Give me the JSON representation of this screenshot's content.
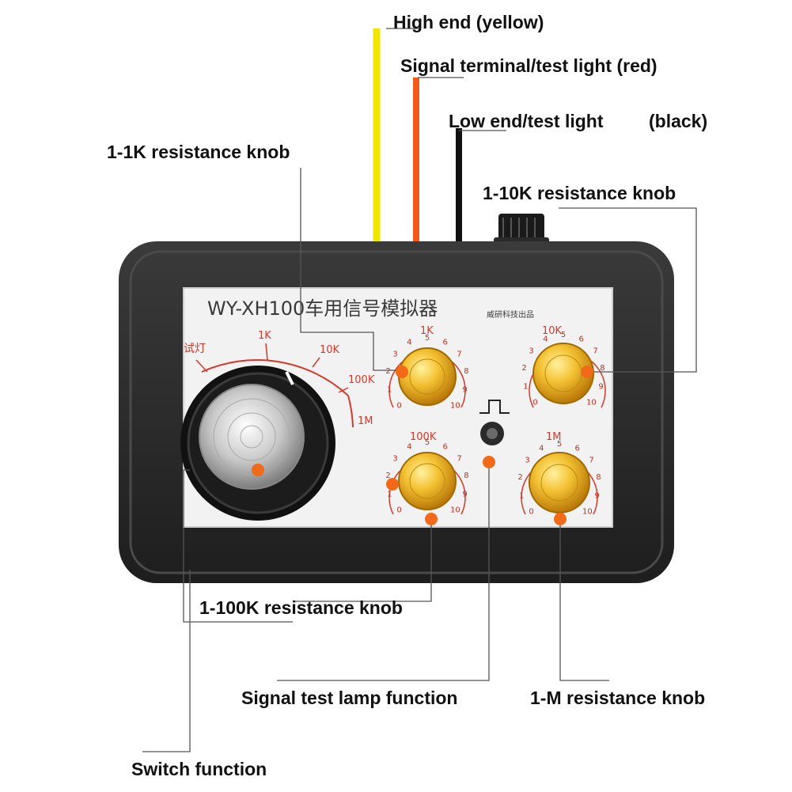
{
  "labels": {
    "high_end": "High end (yellow)",
    "signal_terminal": "Signal terminal/test light (red)",
    "low_end": "Low end/test light",
    "low_end_note": "(black)",
    "knob_1k": "1-1K resistance knob",
    "knob_10k": "1-10K resistance knob",
    "knob_100k": "1-100K resistance knob",
    "signal_lamp": "Signal test lamp function",
    "knob_1m": "1-M resistance knob",
    "switch": "Switch function"
  },
  "device": {
    "title": "WY-XH100车用信号模拟器",
    "maker": "威研科技出品",
    "selector": {
      "test_light": "试灯",
      "r1k": "1K",
      "r10k": "10K",
      "r100k": "100K",
      "r1m": "1M"
    },
    "knobs": {
      "k1": "1K",
      "k2": "10K",
      "k3": "100K",
      "k4": "1M"
    },
    "scale_digits": [
      "0",
      "1",
      "2",
      "3",
      "4",
      "5",
      "6",
      "7",
      "8",
      "9",
      "10"
    ]
  },
  "colors": {
    "wire_yellow": "#f2e600",
    "wire_red": "#f05a1a",
    "wire_black": "#111111",
    "marker_orange": "#f06a18",
    "case_black": "#2b2b2b",
    "knob_gold": "#f0b020"
  }
}
